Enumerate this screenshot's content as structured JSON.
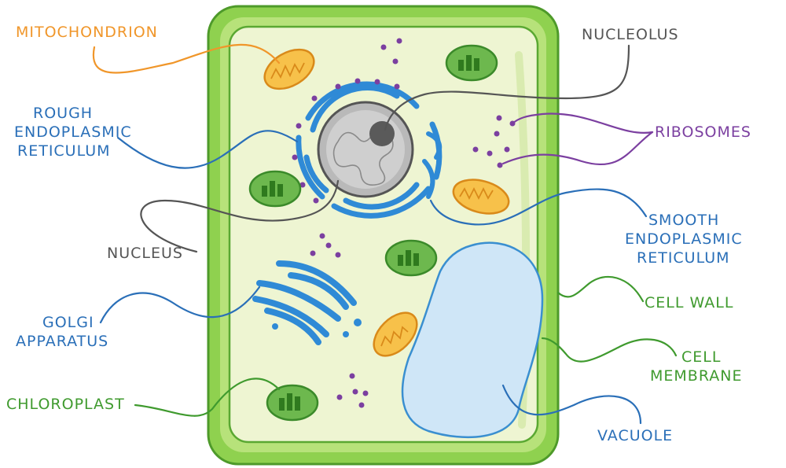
{
  "labels": {
    "mitochondrion": "MITOCHONDRION",
    "rough_er_1": "ROUGH",
    "rough_er_2": "ENDOPLASMIC",
    "rough_er_3": "RETICULUM",
    "nucleus": "NUCLEUS",
    "golgi_1": "GOLGI",
    "golgi_2": "APPARATUS",
    "chloroplast": "CHLOROPLAST",
    "nucleolus": "NUCLEOLUS",
    "ribosomes": "RIBOSOMES",
    "smooth_er_1": "SMOOTH",
    "smooth_er_2": "ENDOPLASMIC",
    "smooth_er_3": "RETICULUM",
    "cell_wall": "CELL WALL",
    "cell_membrane_1": "CELL",
    "cell_membrane_2": "MEMBRANE",
    "vacuole": "VACUOLE"
  },
  "colors": {
    "cell_wall": "#7cc142",
    "cytoplasm": "#eef5d2",
    "chloroplast": "#6db84e",
    "mitochondrion": "#f7c14a",
    "er": "#2f8ad6",
    "ribosome": "#7b3fa0",
    "vacuole": "#cfe6f7",
    "nucleus": "#b9b9b9"
  }
}
